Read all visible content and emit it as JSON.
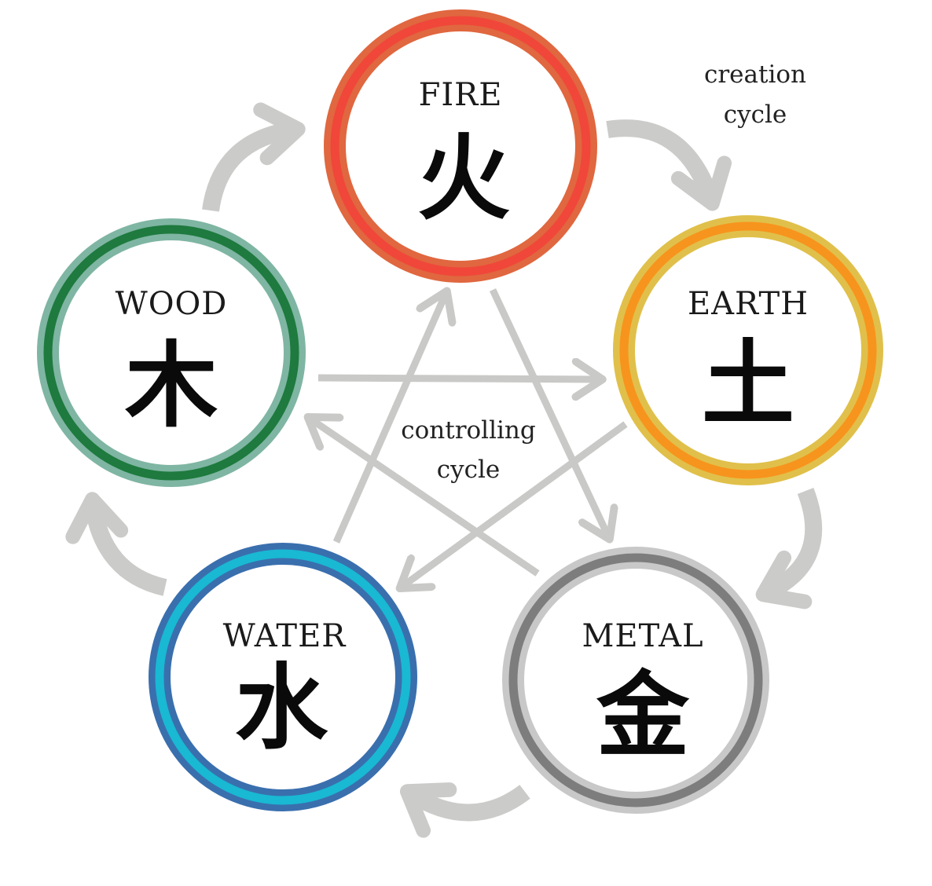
{
  "elements": {
    "fire": {
      "label": "FIRE",
      "char": "火",
      "outer_color": "#e0673f",
      "inner_color": "#f0473a"
    },
    "earth": {
      "label": "EARTH",
      "char": "土",
      "outer_color": "#e0c04a",
      "inner_color": "#f7941d"
    },
    "metal": {
      "label": "METAL",
      "char": "金",
      "outer_color": "#c8c8c8",
      "inner_color": "#7d7d7d"
    },
    "water": {
      "label": "WATER",
      "char": "水",
      "outer_color": "#3a6fae",
      "inner_color": "#19b8d3"
    },
    "wood": {
      "label": "WOOD",
      "char": "木",
      "outer_color": "#7fb5a3",
      "inner_color": "#1e7a3e"
    }
  },
  "creation_cycle": {
    "line1": "creation",
    "line2": "cycle",
    "arrow_color": "#cbcbc9"
  },
  "controlling_cycle": {
    "line1": "controlling",
    "line2": "cycle",
    "arrow_color": "#c9c9c7"
  }
}
